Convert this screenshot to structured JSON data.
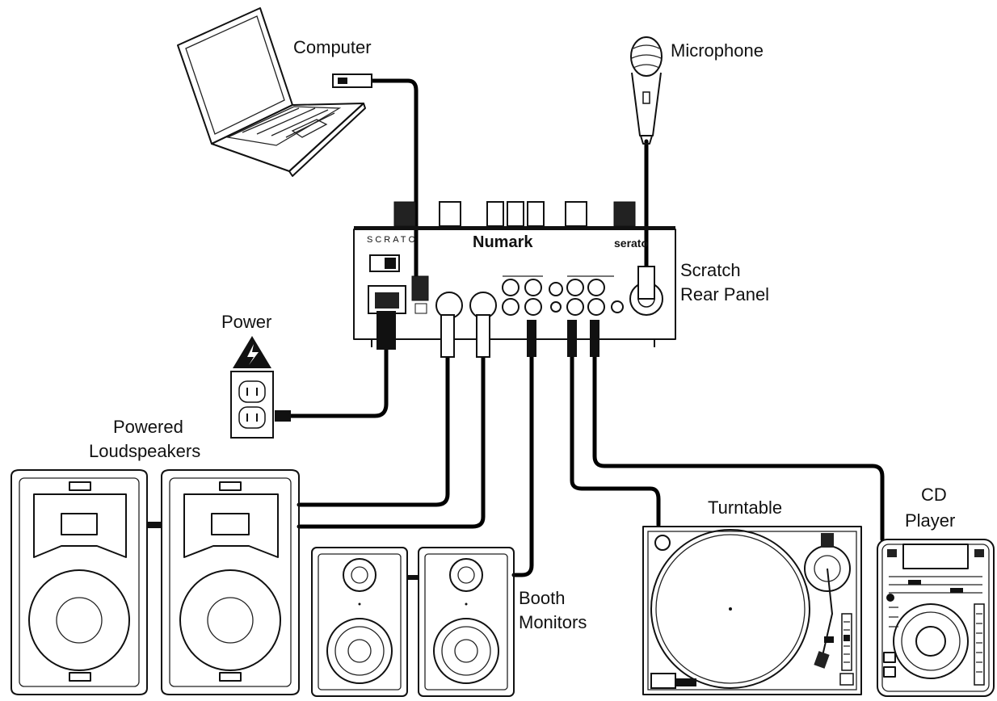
{
  "labels": {
    "computer": "Computer",
    "microphone": "Microphone",
    "mixer_line1": "Scratch",
    "mixer_line2": "Rear Panel",
    "power": "Power",
    "speakers_line1": "Powered",
    "speakers_line2": "Loudspeakers",
    "turntable": "Turntable",
    "cd_line1": "CD",
    "cd_line2": "Player",
    "booth_line1": "Booth",
    "booth_line2": "Monitors"
  },
  "mixer": {
    "brand": "Numark",
    "left_logo": "SCRATC",
    "right_logo": "serato"
  },
  "colors": {
    "ink": "#111111",
    "background": "#ffffff",
    "cable": "#000000"
  },
  "icons": {
    "warning": "lightning-warning-icon"
  }
}
